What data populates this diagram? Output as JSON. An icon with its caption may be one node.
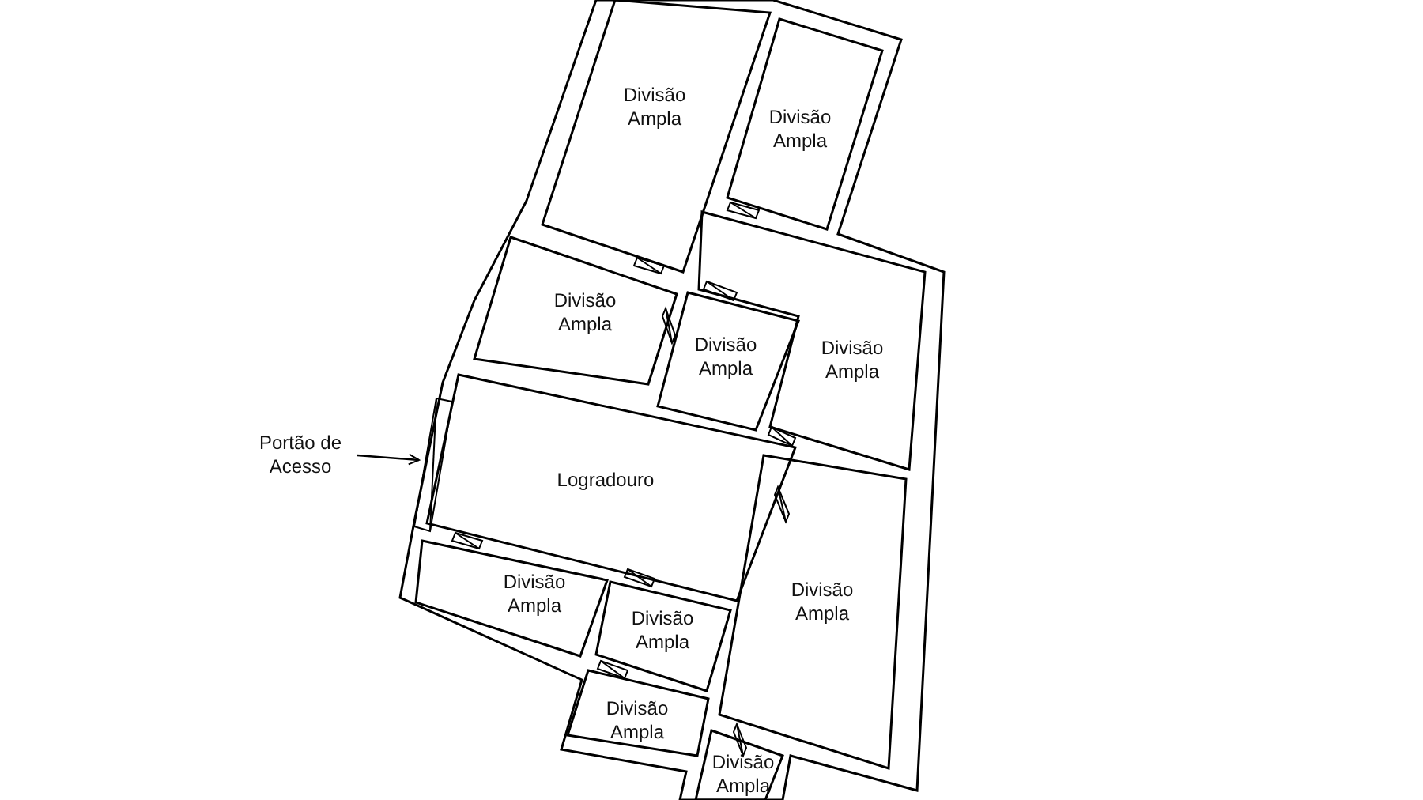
{
  "diagram": {
    "nodes": [
      {
        "text": [
          "Divisão Ampla"
        ]
      },
      {
        "text": [
          "Divisão Ampla"
        ]
      },
      {
        "text": [
          "Divisão Ampla"
        ]
      },
      {
        "text": [
          "Divisão Ampla"
        ]
      },
      {
        "text": [
          "Divisão Ampla"
        ]
      },
      {
        "text": [
          "Portão de Acesso"
        ]
      },
      {
        "text": [
          "Logradouro"
        ]
      },
      {
        "text": [
          "Divisão Ampla"
        ]
      },
      {
        "text": [
          "Divisão Ampla"
        ]
      },
      {
        "text": [
          "Divisão Ampla"
        ]
      },
      {
        "text": [
          "Divisão Ampla"
        ]
      },
      {
        "text": [
          "Divisão Ampla"
        ]
      }
    ],
    "edges": [
      {
        "from": 5,
        "to": 6,
        "arrow": "to"
      }
    ]
  }
}
